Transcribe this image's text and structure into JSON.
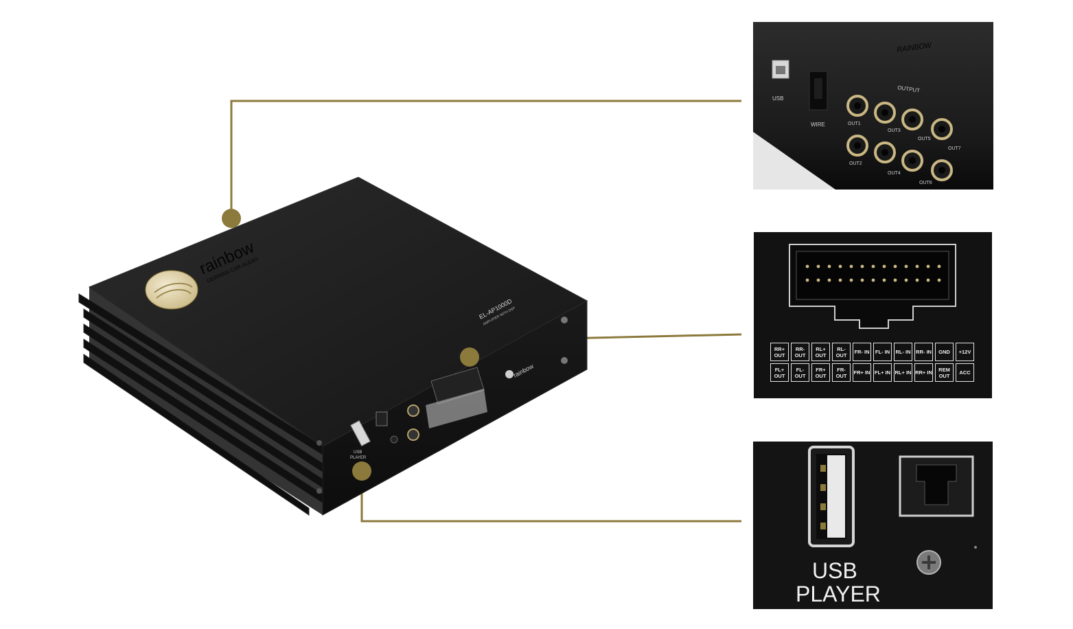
{
  "product": {
    "brand": "rainbow",
    "brand_tagline": "GERMAN CAR AUDIO",
    "model": "EL-AP1000D",
    "model_sub": "AMPLIFIER WITH DSP",
    "usb_label": "USB",
    "usb_label2": "PLAYER"
  },
  "callouts": [
    {
      "name": "output-panel",
      "labels": {
        "usb": "USB",
        "wire": "WIRE",
        "output": "OUTPUT",
        "out1": "OUT1",
        "out2": "OUT2",
        "out3": "OUT3",
        "out4": "OUT4",
        "out5": "OUT5",
        "out6": "OUT6",
        "out7": "OUT7"
      }
    },
    {
      "name": "connector-panel",
      "pin_rows": [
        [
          "RR+ OUT",
          "RR- OUT",
          "RL+ OUT",
          "RL- OUT",
          "FR- IN",
          "FL- IN",
          "RL- IN",
          "RR- IN",
          "GND",
          "+12V"
        ],
        [
          "FL+ OUT",
          "FL- OUT",
          "FR+ OUT",
          "FR- OUT",
          "FR+ IN",
          "FL+ IN",
          "RL+ IN",
          "RR+ IN",
          "REM OUT",
          "ACC"
        ]
      ]
    },
    {
      "name": "usb-player-panel",
      "label_line1": "USB",
      "label_line2": "PLAYER"
    }
  ],
  "colors": {
    "gold": "#8c7a3c",
    "body_dark": "#1e1e1e",
    "panel_bg": "#111111"
  }
}
